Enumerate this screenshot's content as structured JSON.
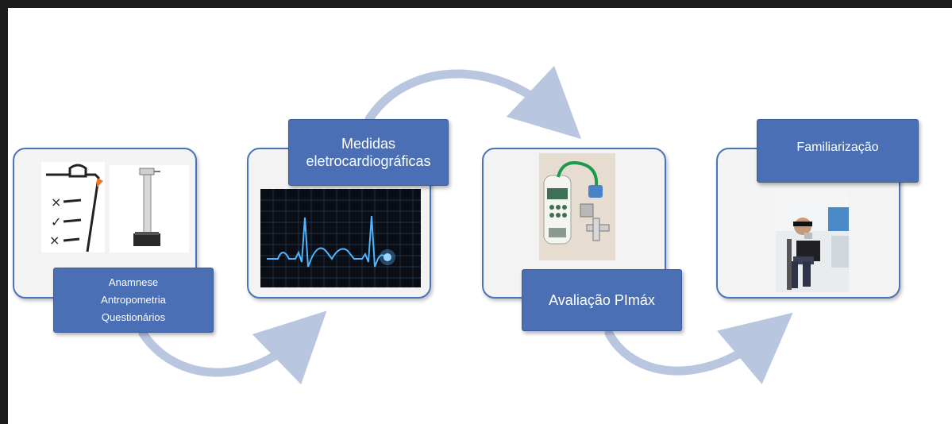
{
  "steps": [
    {
      "lines": [
        "Anamnese",
        "Antropometria",
        "Questionários"
      ]
    },
    {
      "title": "Medidas eletrocardiográficas"
    },
    {
      "title": "Avaliação PImáx"
    },
    {
      "title": "Familiarização"
    }
  ],
  "icons": [
    "checklist-icon",
    "height-scale-icon",
    "ecg-waveform-icon",
    "manometer-device-icon",
    "subject-photo-icon",
    "flow-arrow-icon"
  ],
  "colors": {
    "accent": "#4a6fb5",
    "card_border": "#4a73b8",
    "arrow": "#b9c6e0",
    "frame": "#1c1c1c"
  }
}
